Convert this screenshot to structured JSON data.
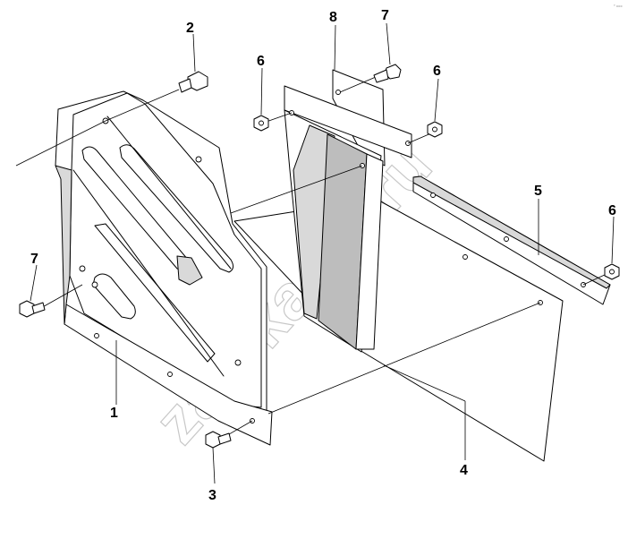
{
  "watermark": "zap-kama.ru",
  "corner_mark": "° ===",
  "callouts": {
    "c1": "1",
    "c2": "2",
    "c3": "3",
    "c4": "4",
    "c5": "5",
    "c6a": "6",
    "c6b": "6",
    "c6c": "6",
    "c7a": "7",
    "c7b": "7",
    "c8": "8"
  }
}
